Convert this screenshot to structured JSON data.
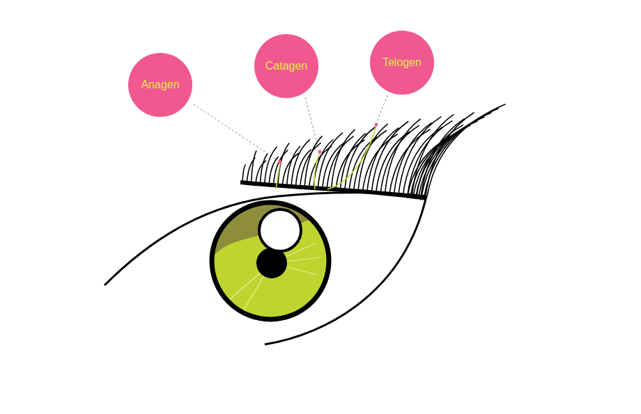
{
  "diagram": {
    "nodes": [
      {
        "text": [
          "Anagen"
        ]
      },
      {
        "text": [
          "Catagen"
        ]
      },
      {
        "text": [
          "Telogen"
        ]
      }
    ]
  }
}
